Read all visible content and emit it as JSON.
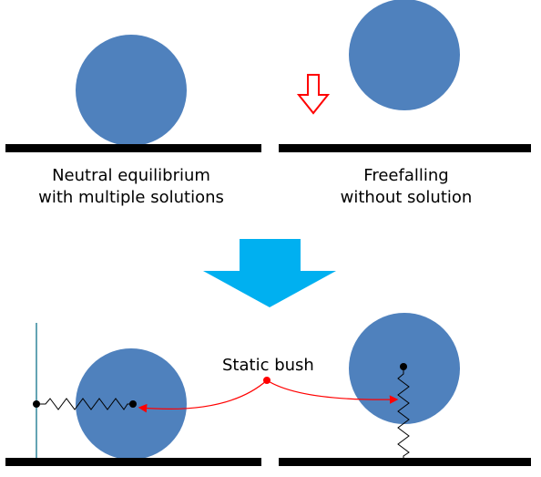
{
  "top_left": {
    "caption_line1": "Neutral equilibrium",
    "caption_line2": "with multiple solutions"
  },
  "top_right": {
    "caption_line1": "Freefalling",
    "caption_line2": "without solution"
  },
  "bottom": {
    "static_bush_label": "Static bush"
  },
  "colors": {
    "ball": "#4f81bd",
    "ground": "#000000",
    "down_arrow_outline": "#ff0000",
    "big_arrow": "#00b0f0",
    "annotation": "#ff0000",
    "wall": "#31859c"
  }
}
